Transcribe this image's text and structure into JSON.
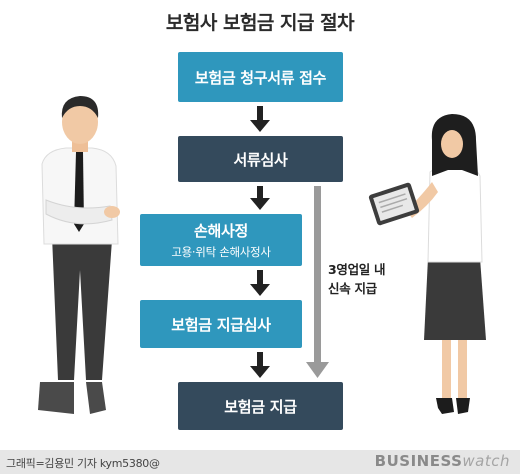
{
  "title": "보험사 보험금 지급 절차",
  "steps": [
    {
      "label": "보험금 청구서류 접수"
    },
    {
      "label": "서류심사"
    },
    {
      "label": "손해사정",
      "sublabel": "고용·위탁 손해사정사"
    },
    {
      "label": "보험금 지급심사"
    },
    {
      "label": "보험금 지급"
    }
  ],
  "fast_track": {
    "line1": "3영업일 내",
    "line2": "신속 지급"
  },
  "credit": "그래픽=김용민 기자 kym5380@",
  "brand": {
    "bold": "BUSINESS",
    "light": "watch"
  },
  "colors": {
    "teal": "#2f97bd",
    "navy": "#344a5c",
    "arrow": "#222222",
    "fast_arrow": "#9a9a9a"
  }
}
